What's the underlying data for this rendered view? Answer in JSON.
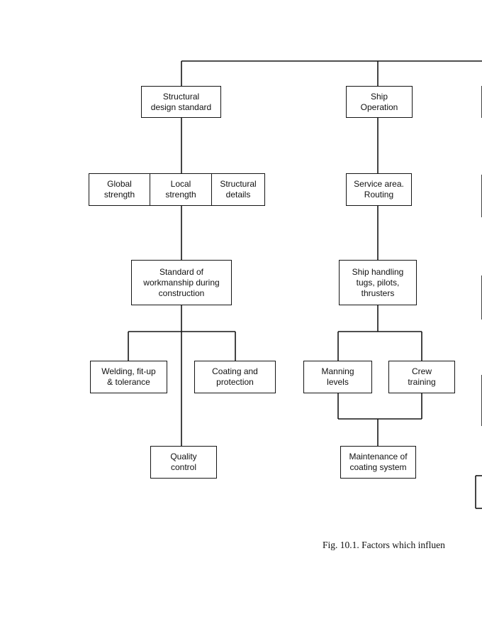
{
  "diagram": {
    "boxes": {
      "structural_design_standard": "Structural\ndesign standard",
      "ship_operation": "Ship\nOperation",
      "global_strength": "Global\nstrength",
      "local_strength": "Local\nstrength",
      "structural_details": "Structural\ndetails",
      "service_area_routing": "Service area.\nRouting",
      "standard_of_workmanship": "Standard of\nworkmanship during\nconstruction",
      "ship_handling": "Ship handling\ntugs, pilots,\nthrusters",
      "welding_fit_up": "Welding, fit-up\n& tolerance",
      "coating_and_protection": "Coating and\nprotection",
      "manning_levels": "Manning\nlevels",
      "crew_training": "Crew\ntraining",
      "quality_control": "Quality\ncontrol",
      "maintenance_of_coating": "Maintenance of\ncoating system"
    },
    "caption": "Fig. 10.1. Factors which influen"
  }
}
